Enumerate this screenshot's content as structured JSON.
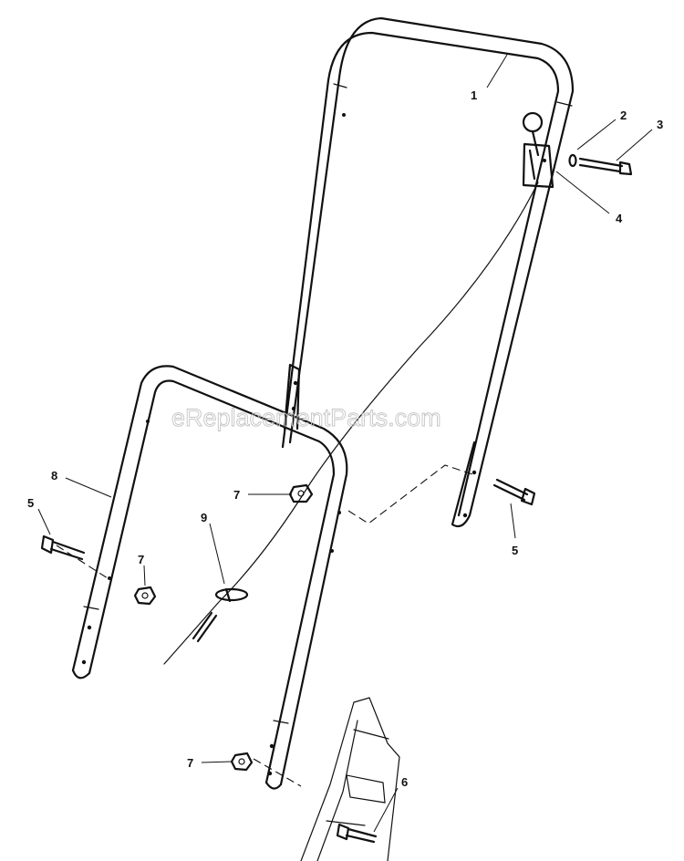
{
  "watermark": "eReplacementParts.com",
  "callouts": [
    "1",
    "2",
    "3",
    "4",
    "5",
    "5",
    "6",
    "7",
    "7",
    "7",
    "8",
    "9"
  ]
}
